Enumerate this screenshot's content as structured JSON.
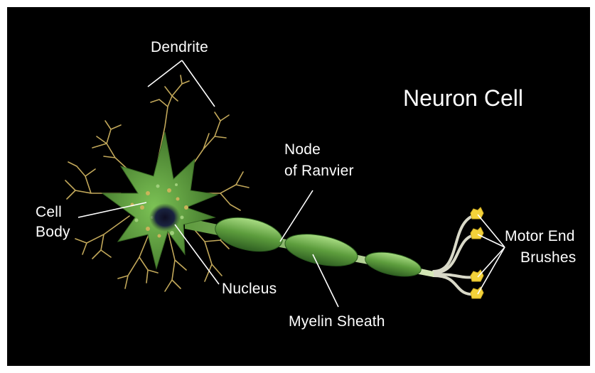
{
  "title": "Neuron Cell",
  "labels": {
    "dendrite": "Dendrite",
    "cell_body_line1": "Cell",
    "cell_body_line2": "Body",
    "node_line1": "Node",
    "node_line2": "of Ranvier",
    "nucleus": "Nucleus",
    "myelin": "Myelin Sheath",
    "motor_line1": "Motor End",
    "motor_line2": "Brushes"
  },
  "colors": {
    "background": "#000000",
    "cell_body": "#4e8a34",
    "myelin": "#6fae4c",
    "dendrite": "#c2a85a",
    "terminal": "#f3d23a",
    "leader_line": "#ffffff"
  }
}
